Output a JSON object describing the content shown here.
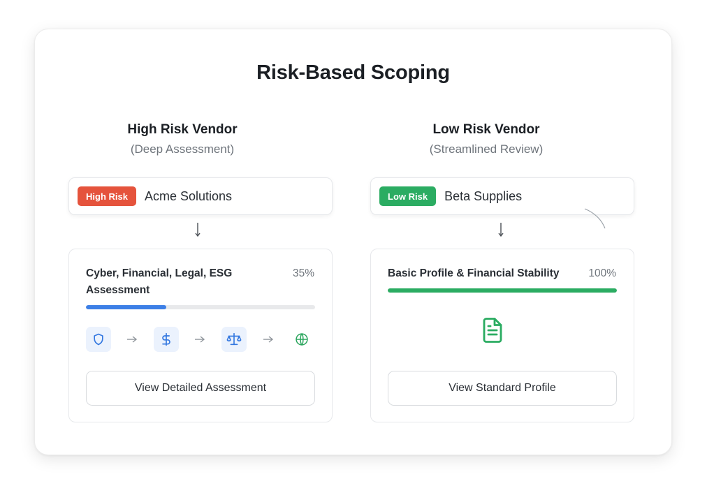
{
  "title": "Risk-Based Scoping",
  "colors": {
    "high": "#e5533c",
    "low": "#2bac62",
    "progress_blue": "#3d7fe6",
    "icon_blue": "#3478e0",
    "icon_bg": "#ebf2fd",
    "globe_green": "#2aa55d"
  },
  "high": {
    "heading": "High Risk Vendor",
    "subheading": "(Deep Assessment)",
    "badge": "High Risk",
    "vendor_name": "Acme Solutions",
    "assessment_title": "Cyber, Financial, Legal, ESG Assessment",
    "progress_label": "35%",
    "progress": 0.35,
    "steps": [
      "shield-icon",
      "dollar-icon",
      "scale-icon",
      "globe-icon"
    ],
    "button_label": "View Detailed Assessment"
  },
  "low": {
    "heading": "Low Risk Vendor",
    "subheading": "(Streamlined Review)",
    "badge": "Low Risk",
    "vendor_name": "Beta Supplies",
    "assessment_title": "Basic Profile & Financial Stability",
    "progress_label": "100%",
    "progress": 1.0,
    "icon": "document-icon",
    "button_label": "View Standard Profile"
  }
}
